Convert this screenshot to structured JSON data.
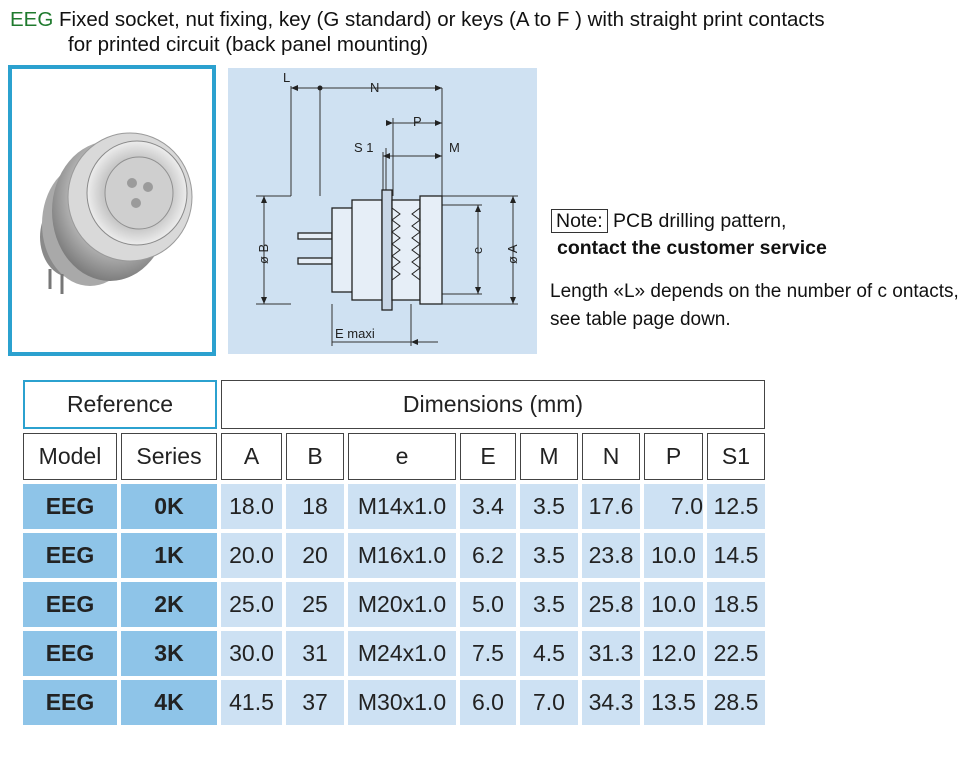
{
  "title": {
    "code": "EEG",
    "line1": " Fixed socket, nut fixing, key (G standard) or keys (A to F ) with straight print contacts",
    "line2": "for printed circuit (back panel mounting)"
  },
  "diagram": {
    "labels": {
      "L": "L",
      "N": "N",
      "P": "P",
      "S1": "S 1",
      "M": "M",
      "B": "ø B",
      "e": "e",
      "A": "ø A",
      "E": "E maxi"
    }
  },
  "note": {
    "tag": "Note:",
    "line1": "PCB drilling pattern,",
    "line2": "contact the customer service"
  },
  "length_note": "Length «L» depends on the number of c ontacts, see table page down.",
  "table": {
    "reference": "Reference",
    "dimensions": "Dimensions (mm)",
    "columns": [
      "Model",
      "Series",
      "A",
      "B",
      "e",
      "E",
      "M",
      "N",
      "P",
      "S1"
    ],
    "rows": [
      [
        "EEG",
        "0K",
        "18.0",
        "18",
        "M14x1.0",
        "3.4",
        "3.5",
        "17.6",
        "7.0",
        "12.5"
      ],
      [
        "EEG",
        "1K",
        "20.0",
        "20",
        "M16x1.0",
        "6.2",
        "3.5",
        "23.8",
        "10.0",
        "14.5"
      ],
      [
        "EEG",
        "2K",
        "25.0",
        "25",
        "M20x1.0",
        "5.0",
        "3.5",
        "25.8",
        "10.0",
        "18.5"
      ],
      [
        "EEG",
        "3K",
        "30.0",
        "31",
        "M24x1.0",
        "7.5",
        "4.5",
        "31.3",
        "12.0",
        "22.5"
      ],
      [
        "EEG",
        "4K",
        "41.5",
        "37",
        "M30x1.0",
        "6.0",
        "7.0",
        "34.3",
        "13.5",
        "28.5"
      ]
    ]
  },
  "colors": {
    "frame": "#2ba1cf",
    "row_bg": "#cde1f3",
    "key_bg": "#8ec4e8",
    "code": "#1f7a2e"
  }
}
